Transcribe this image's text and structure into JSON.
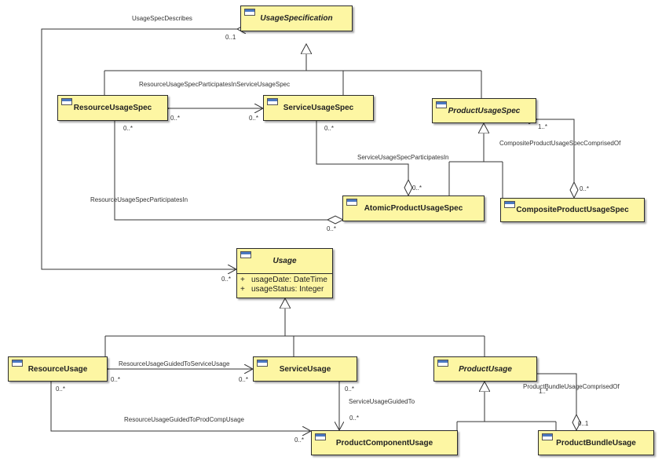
{
  "classes": {
    "usage_spec": "UsageSpecification",
    "resource_usage_spec": "ResourceUsageSpec",
    "service_usage_spec": "ServiceUsageSpec",
    "product_usage_spec": "ProductUsageSpec",
    "atomic_product_usage_spec": "AtomicProductUsageSpec",
    "composite_product_usage_spec": "CompositeProductUsageSpec",
    "usage": "Usage",
    "resource_usage": "ResourceUsage",
    "service_usage": "ServiceUsage",
    "product_usage": "ProductUsage",
    "product_component_usage": "ProductComponentUsage",
    "product_bundle_usage": "ProductBundleUsage"
  },
  "usage_attributes": [
    {
      "visibility": "+",
      "text": "usageDate: DateTime"
    },
    {
      "visibility": "+",
      "text": "usageStatus: Integer"
    }
  ],
  "associations": {
    "usage_spec_describes": "UsageSpecDescribes",
    "resource_usage_spec_participates_in_service_usage_spec": "ResourceUsageSpecParticipatesInServiceUsageSpec",
    "service_usage_spec_participates_in": "ServiceUsageSpecParticipatesIn",
    "composite_product_usage_spec_comprised_of": "CompositeProductUsageSpecComprisedOf",
    "resource_usage_spec_participates_in": "ResourceUsageSpecParticipatesIn",
    "resource_usage_guided_to_service_usage": "ResourceUsageGuidedToServiceUsage",
    "service_usage_guided_to": "ServiceUsageGuidedTo",
    "resource_usage_guided_to_prod_comp_usage": "ResourceUsageGuidedToProdCompUsage",
    "product_bundle_usage_comprised_of": "ProductBundleUsageComprisedOf"
  },
  "multiplicities": {
    "m_0_1_usage_spec": "0..1",
    "m_many_rus_left": "0..*",
    "m_many_sus_left": "0..*",
    "m_many_rus_below": "0..*",
    "m_many_sus_below": "0..*",
    "m_one_many_pus": "1..*",
    "m_many_atomic": "0..*",
    "m_many_composite": "0..*",
    "m_many_atomic_left": "0..*",
    "m_many_usage": "0..*",
    "m_many_ru_right": "0..*",
    "m_many_su_left": "0..*",
    "m_many_ru_below": "0..*",
    "m_many_su_below": "0..*",
    "m_many_pcu_top": "0..*",
    "m_many_pcu_left": "0..*",
    "m_one_many_pu": "1..*",
    "m_0_1_pbu": "0..1"
  }
}
